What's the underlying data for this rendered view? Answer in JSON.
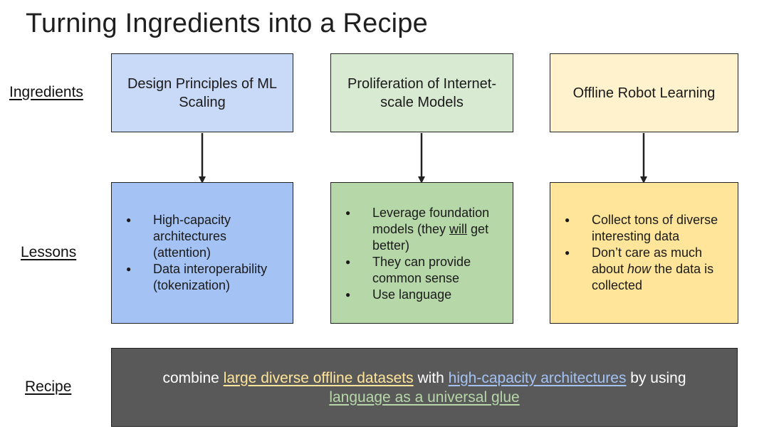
{
  "title": "Turning Ingredients into a Recipe",
  "row_labels": {
    "ingredients": "Ingredients",
    "lessons": "Lessons",
    "recipe": "Recipe"
  },
  "ingredients": [
    {
      "text": "Design Principles of ML Scaling",
      "color": "#c9daf8"
    },
    {
      "text": "Proliferation of Internet-scale Models",
      "color": "#d9ead3"
    },
    {
      "text": "Offline Robot Learning",
      "color": "#fff2cc"
    }
  ],
  "lessons": [
    {
      "color": "#a4c2f4",
      "bullets": [
        {
          "text": "High-capacity architectures (attention)"
        },
        {
          "text": "Data interoperability (tokenization)"
        }
      ]
    },
    {
      "color": "#b6d7a8",
      "bullets": [
        {
          "before": "Leverage foundation models (they ",
          "underlined": "will",
          "after": " get better)"
        },
        {
          "text": "They can provide common sense"
        },
        {
          "text": "Use language"
        }
      ]
    },
    {
      "color": "#ffe599",
      "bullets": [
        {
          "text": "Collect tons of diverse interesting data"
        },
        {
          "before": "Don’t care as much about ",
          "italic": "how",
          "after": " the data is collected"
        }
      ]
    }
  ],
  "recipe": {
    "background": "#595959",
    "part1": "combine ",
    "highlight1": "large diverse offline datasets",
    "highlight1_color": "#ffe599",
    "part2": " with ",
    "highlight2": "high-capacity architectures",
    "highlight2_color": "#a4c2f4",
    "part3": " by using",
    "highlight3": "language as a universal glue",
    "highlight3_color": "#b6d7a8"
  }
}
